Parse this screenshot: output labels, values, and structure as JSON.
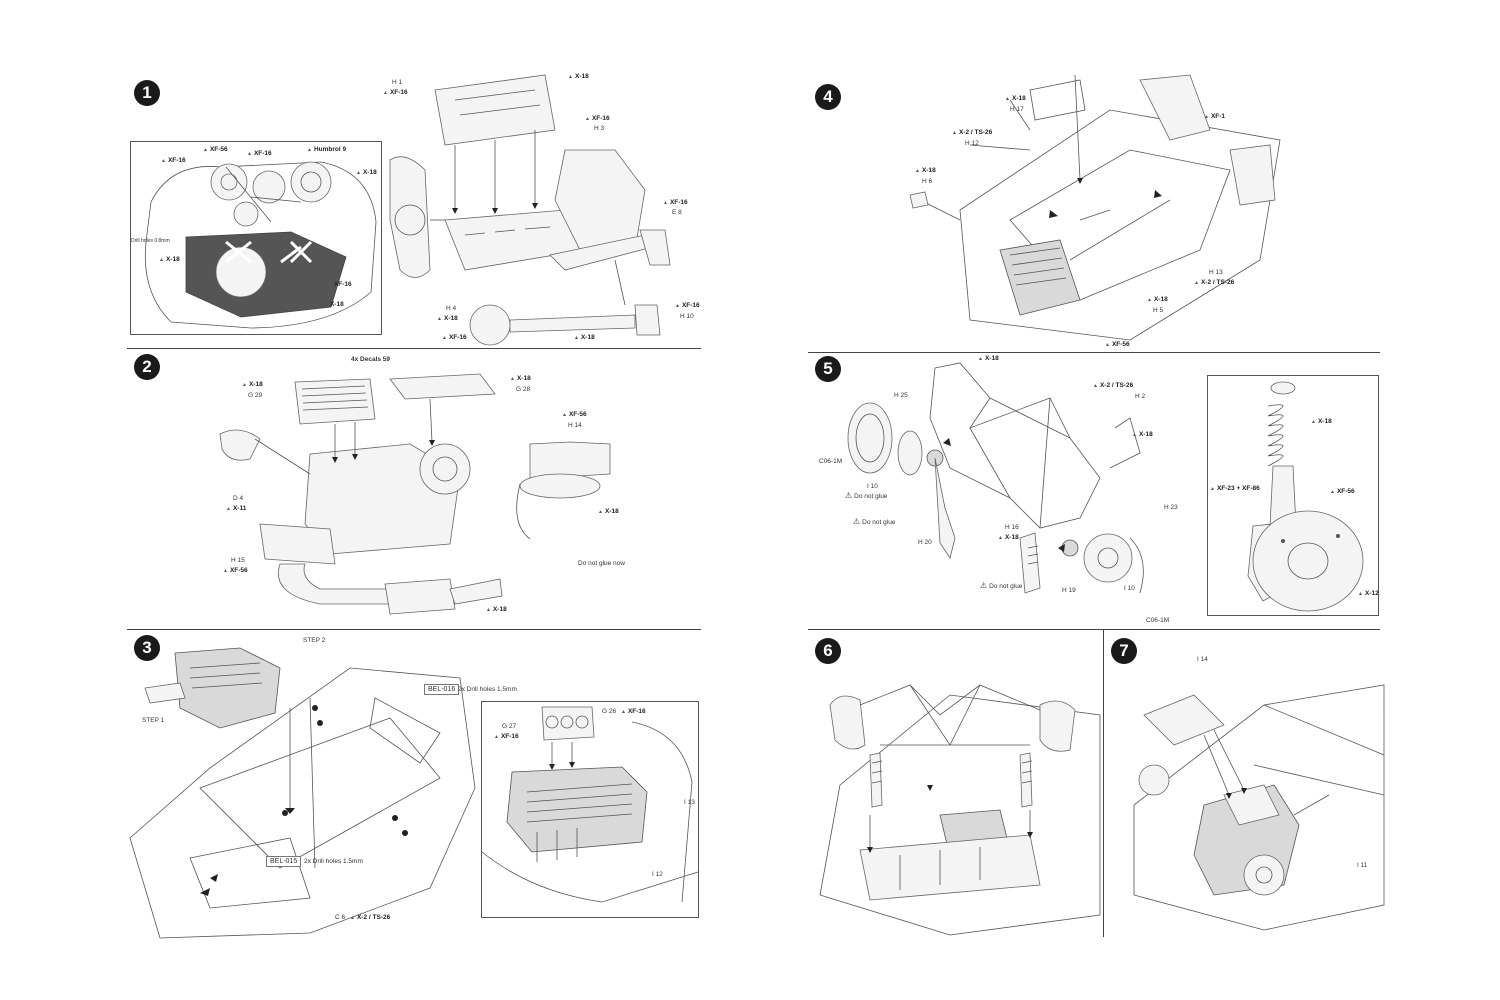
{
  "steps": {
    "s1": "1",
    "s2": "2",
    "s3": "3",
    "s4": "4",
    "s5": "5",
    "s6": "6",
    "s7": "7"
  },
  "p1": {
    "inset_xf56": "XF-56",
    "inset_xf16a": "XF-16",
    "inset_humbrol": "Humbrol 9",
    "inset_xf16b": "XF-16",
    "inset_x18a": "X-18",
    "inset_drill": "Drill holes 0.8mm",
    "inset_x18b": "X-18",
    "inset_xf16c": "XF-16",
    "inset_x18c": "X-18",
    "h1": "H 1",
    "h1_paint": "XF-16",
    "top_x18": "X-18",
    "h3_paint": "XF-16",
    "h3": "H 3",
    "e8_paint": "XF-16",
    "e8": "E 8",
    "h4": "H 4",
    "h4_paint1": "X-18",
    "h4_paint2": "XF-16",
    "h10_paint": "XF-16",
    "h10": "H 10",
    "bottom_x18": "X-18"
  },
  "p2": {
    "decals": "4x Decals 59",
    "g29_paint": "X-18",
    "g29": "G 29",
    "g28_paint": "X-18",
    "g28": "G 28",
    "h14_paint": "XF-56",
    "h14": "H 14",
    "d4": "D 4",
    "d4_paint": "X-11",
    "right_x18": "X-18",
    "h15": "H 15",
    "h15_paint": "XF-56",
    "do_not_glue": "Do not glue now",
    "exhaust_x18": "X-18"
  },
  "p3": {
    "step2": "STEP 2",
    "step1": "STEP 1",
    "bel016": "BEL-016",
    "bel016_note": "2x Drill holes 1.5mm",
    "bel015": "BEL-015",
    "bel015_note": "2x Drill holes 1.5mm",
    "c6": "C 6",
    "c6_paint": "X-2 / TS-26",
    "g26": "G 26",
    "g26_paint": "XF-16",
    "g27": "G 27",
    "g27_paint": "XF-16",
    "i13": "I 13",
    "i12": "I 12"
  },
  "p4": {
    "h17_paint": "X-18",
    "h17": "H 17",
    "h12_paint": "X-2 / TS-26",
    "h12": "H 12",
    "h6_paint": "X-18",
    "h6": "H 6",
    "xf1": "XF-1",
    "h13": "H 13",
    "h13_paint": "X-2 / TS-26",
    "h5_paint": "X-18",
    "h5": "H 5",
    "bottom_paint": "XF-56"
  },
  "p5": {
    "top_x18": "X-18",
    "h25": "H 25",
    "c06a": "C06-1M",
    "i10a": "I 10",
    "dng1": "Do not glue",
    "dng2": "Do not glue",
    "h20": "H 20",
    "h2_paint": "X-2 / TS-26",
    "h2": "H 2",
    "arm_x18": "X-18",
    "h16": "H 16",
    "h16_paint": "X-18",
    "h23": "H 23",
    "dng3": "Do not glue",
    "h19": "H 19",
    "i10b": "I 10",
    "c06b": "C06-1M",
    "spring_x18": "X-18",
    "shock_paint": "XF-23 + XF-86",
    "hub_xf56": "XF-56",
    "hub_x12": "X-12"
  },
  "p7": {
    "i14": "I 14",
    "i11": "I 11"
  }
}
